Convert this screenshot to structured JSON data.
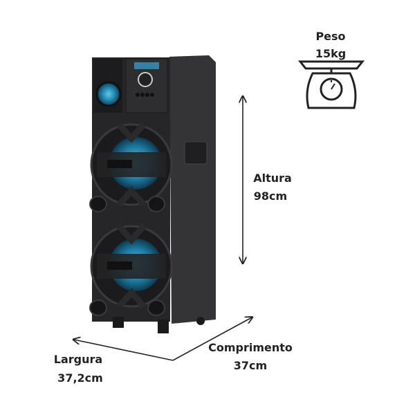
{
  "weight": {
    "label": "Peso",
    "value": "15kg"
  },
  "height": {
    "label": "Altura",
    "value": "98cm"
  },
  "length": {
    "label": "Comprimento",
    "value": "37cm"
  },
  "width": {
    "label": "Largura",
    "value": "37,2cm"
  },
  "colors": {
    "body": "#2a2a2c",
    "side": "#313133",
    "led": "#1f8fb8",
    "text": "#222222"
  },
  "icons": [
    "speaker-image",
    "weighing-scale-icon",
    "dimension-arrow"
  ]
}
